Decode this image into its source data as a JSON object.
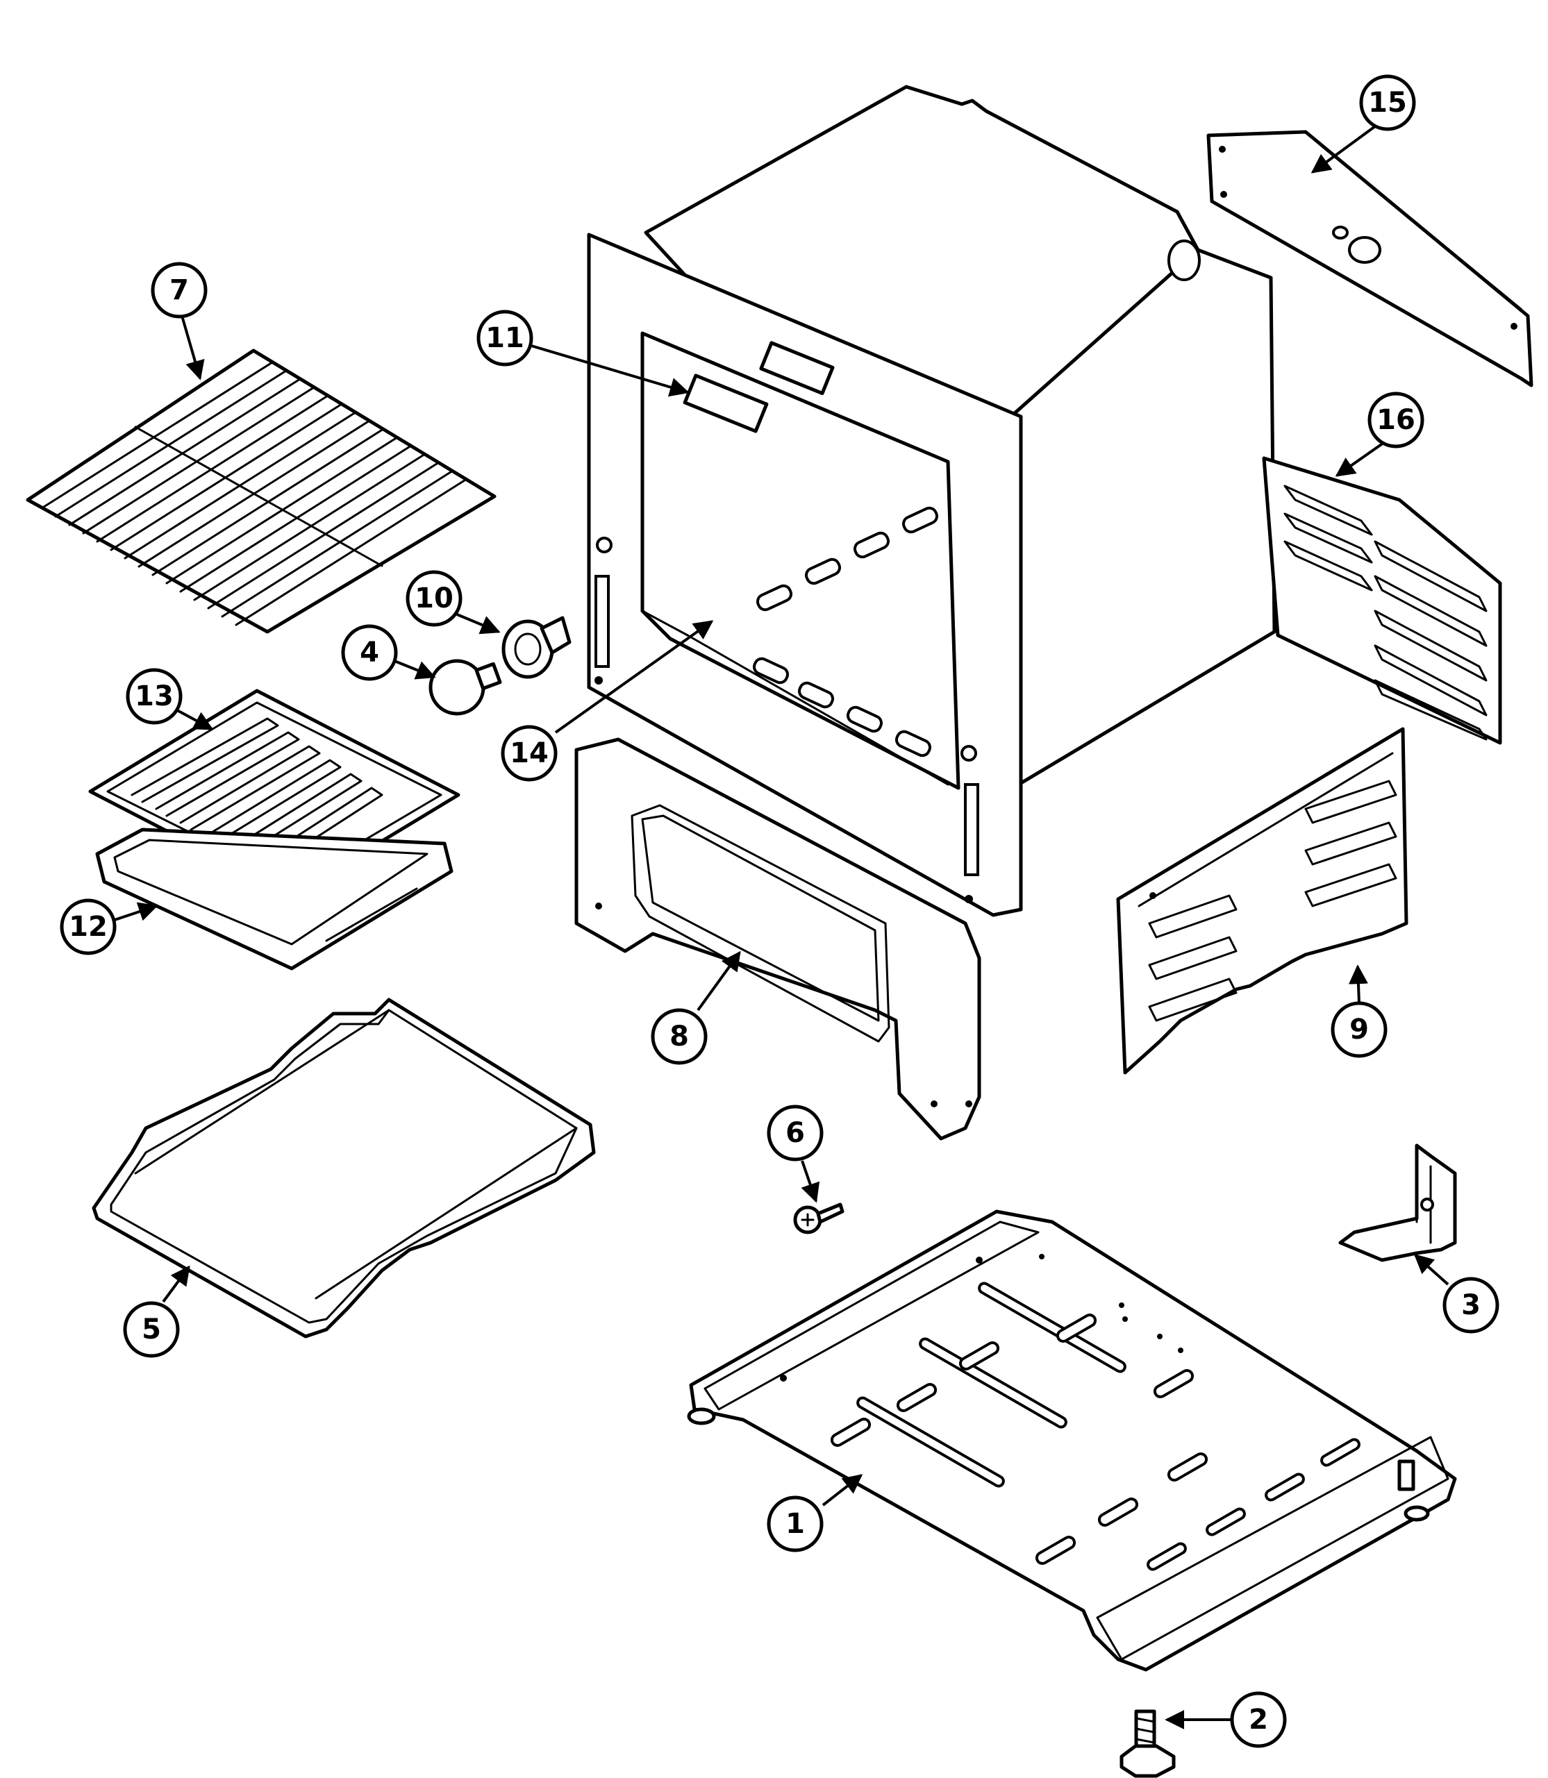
{
  "callouts": [
    {
      "id": "1",
      "label": "1"
    },
    {
      "id": "2",
      "label": "2"
    },
    {
      "id": "3",
      "label": "3"
    },
    {
      "id": "4",
      "label": "4"
    },
    {
      "id": "5",
      "label": "5"
    },
    {
      "id": "6",
      "label": "6"
    },
    {
      "id": "7",
      "label": "7"
    },
    {
      "id": "8",
      "label": "8"
    },
    {
      "id": "9",
      "label": "9"
    },
    {
      "id": "10",
      "label": "10"
    },
    {
      "id": "11",
      "label": "11"
    },
    {
      "id": "12",
      "label": "12"
    },
    {
      "id": "13",
      "label": "13"
    },
    {
      "id": "14",
      "label": "14"
    },
    {
      "id": "15",
      "label": "15"
    },
    {
      "id": "16",
      "label": "16"
    }
  ],
  "style": {
    "line_color": "#000000",
    "background": "#ffffff"
  }
}
